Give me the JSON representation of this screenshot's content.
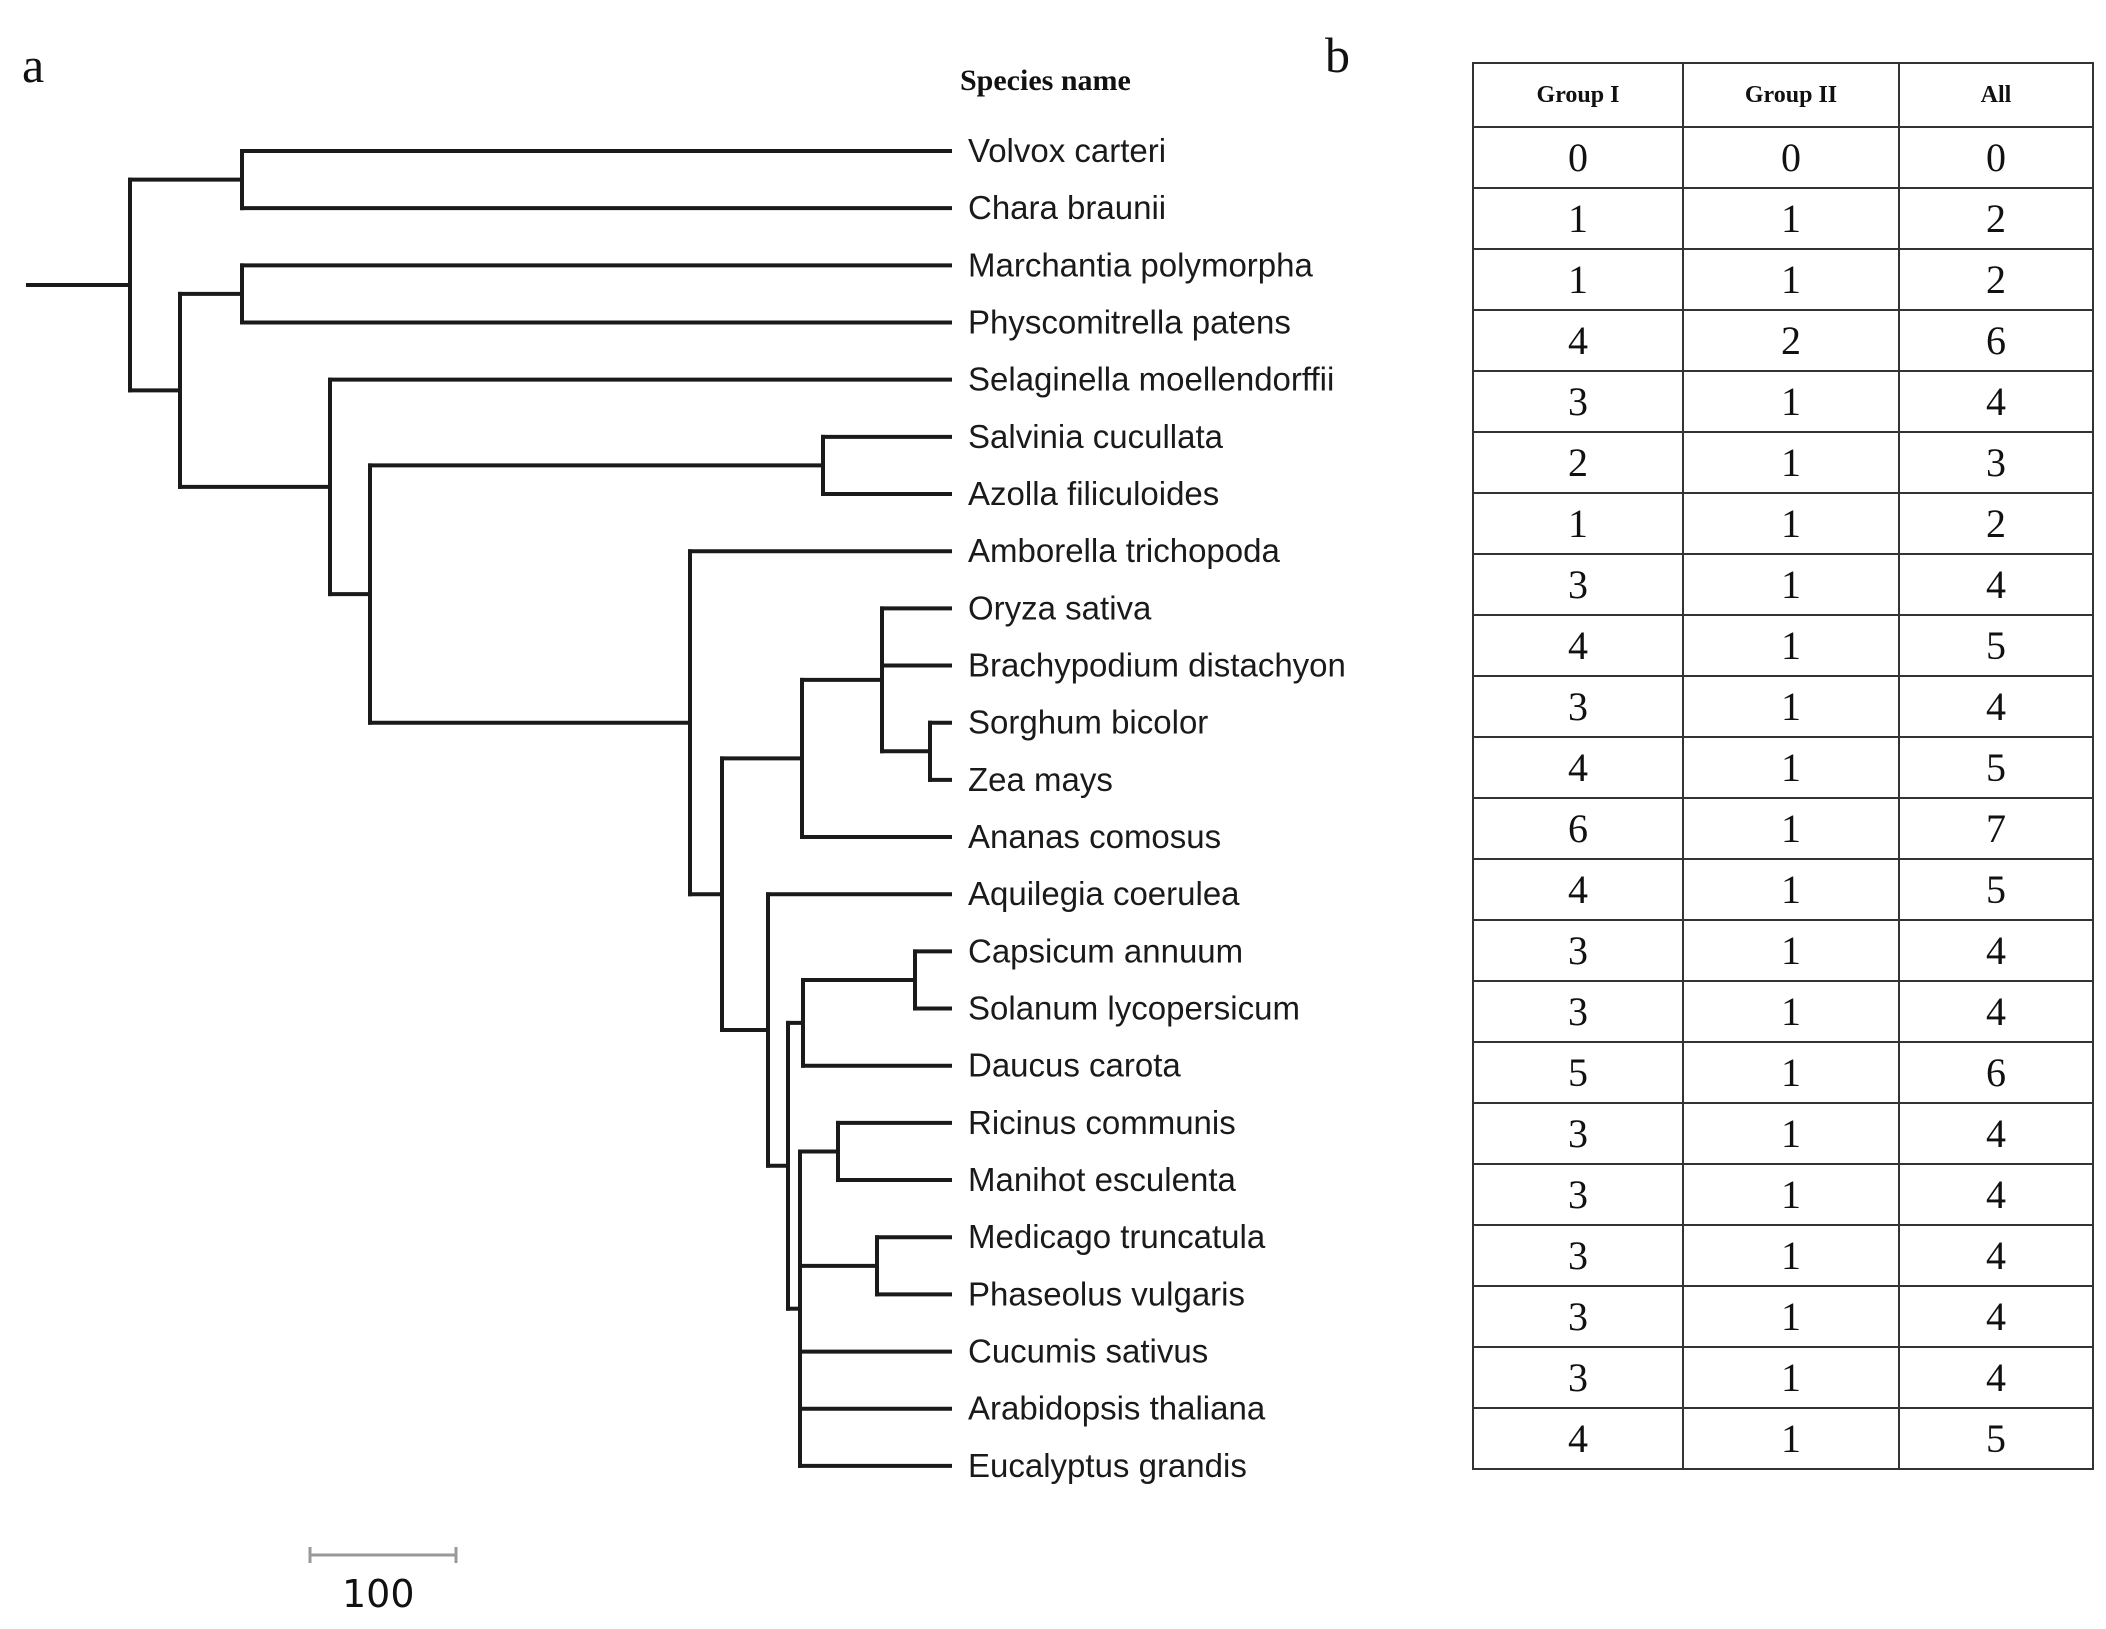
{
  "panel_a_label": "a",
  "panel_b_label": "b",
  "species_header": "Species name",
  "species": [
    "Volvox carteri",
    "Chara braunii",
    "Marchantia polymorpha",
    "Physcomitrella patens",
    "Selaginella moellendorffii",
    "Salvinia cucullata",
    "Azolla filiculoides",
    "Amborella trichopoda",
    "Oryza sativa",
    "Brachypodium distachyon",
    "Sorghum bicolor",
    "Zea mays",
    "Ananas comosus",
    "Aquilegia coerulea",
    "Capsicum annuum",
    "Solanum lycopersicum",
    "Daucus carota",
    "Ricinus communis",
    "Manihot esculenta",
    "Medicago truncatula",
    "Phaseolus vulgaris",
    "Cucumis sativus",
    "Arabidopsis thaliana",
    "Eucalyptus grandis"
  ],
  "scale_bar_label": "100",
  "table": {
    "headers": [
      "Group I",
      "Group II",
      "All"
    ],
    "rows": [
      [
        0,
        0,
        0
      ],
      [
        1,
        1,
        2
      ],
      [
        1,
        1,
        2
      ],
      [
        4,
        2,
        6
      ],
      [
        3,
        1,
        4
      ],
      [
        2,
        1,
        3
      ],
      [
        1,
        1,
        2
      ],
      [
        3,
        1,
        4
      ],
      [
        4,
        1,
        5
      ],
      [
        3,
        1,
        4
      ],
      [
        4,
        1,
        5
      ],
      [
        6,
        1,
        7
      ],
      [
        4,
        1,
        5
      ],
      [
        3,
        1,
        4
      ],
      [
        3,
        1,
        4
      ],
      [
        5,
        1,
        6
      ],
      [
        3,
        1,
        4
      ],
      [
        3,
        1,
        4
      ],
      [
        3,
        1,
        4
      ],
      [
        3,
        1,
        4
      ],
      [
        3,
        1,
        4
      ],
      [
        4,
        1,
        5
      ]
    ]
  }
}
